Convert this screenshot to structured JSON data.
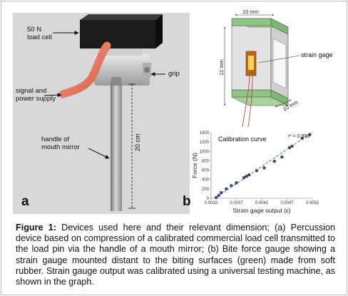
{
  "panel_a": {
    "label": "a",
    "load_cell": "50 N",
    "load_cell_line2": "load cell",
    "grip": "grip",
    "signal": "signal and",
    "signal_line2": "power supply",
    "handle": "handle of",
    "handle_line2": "mouth mirror",
    "length": "20 cm"
  },
  "panel_b": {
    "label": "b",
    "width_dim": "10 mm",
    "height_dim": "12 mm",
    "depth_dim": "10 mm",
    "strain_gage": "strain gage",
    "calibration": "Calibration curve"
  },
  "chart_data": {
    "type": "scatter",
    "xlabel": "Strain gage output (ε)",
    "ylabel": "Force (N)",
    "xticks": [
      "0.0032",
      "0.0037",
      "0.0042",
      "0.0047",
      "0.0052"
    ],
    "yticks": [
      "0",
      "200",
      "400",
      "600",
      "800",
      "1000",
      "1200",
      "1400"
    ],
    "xlim": [
      0.0032,
      0.0052
    ],
    "ylim": [
      0,
      1400
    ],
    "annotation": "r² = 0.998",
    "grid": false,
    "points": [
      {
        "x": 0.0033,
        "y": 15
      },
      {
        "x": 0.00335,
        "y": 60
      },
      {
        "x": 0.0034,
        "y": 120
      },
      {
        "x": 0.0035,
        "y": 200
      },
      {
        "x": 0.0036,
        "y": 270
      },
      {
        "x": 0.0037,
        "y": 330
      },
      {
        "x": 0.00385,
        "y": 440
      },
      {
        "x": 0.0039,
        "y": 470
      },
      {
        "x": 0.00395,
        "y": 500
      },
      {
        "x": 0.0041,
        "y": 590
      },
      {
        "x": 0.00425,
        "y": 650
      },
      {
        "x": 0.00445,
        "y": 790
      },
      {
        "x": 0.0046,
        "y": 880
      },
      {
        "x": 0.00475,
        "y": 1080
      },
      {
        "x": 0.0048,
        "y": 1110
      },
      {
        "x": 0.005,
        "y": 1280
      },
      {
        "x": 0.00515,
        "y": 1360
      }
    ],
    "fit": {
      "x": [
        0.0033,
        0.0052
      ],
      "y": [
        20,
        1410
      ]
    }
  },
  "caption": {
    "figure_label": "Figure 1:",
    "text": " Devices used here and their relevant dimension; (a) Percussion device based on compression of a calibrated commercial load cell transmitted to the load pin via the handle of a mouth mirror; (b) Bite force gauge showing a strain gauge mounted distant to the biting surfaces (green) made from soft rubber. Strain gauge output was calibrated using a universal testing machine, as shown in the graph."
  }
}
